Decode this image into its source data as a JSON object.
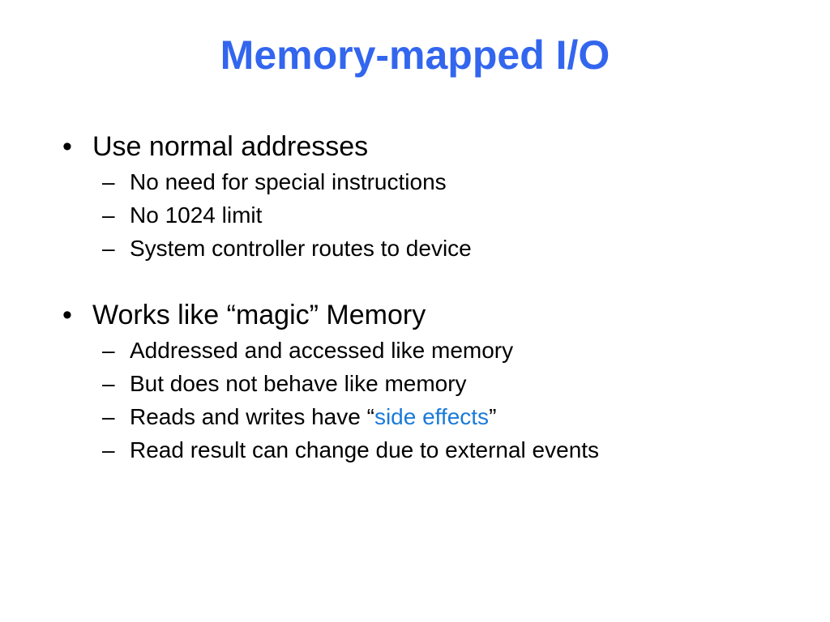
{
  "slide": {
    "title": "Memory-mapped I/O",
    "bullet_marker": "•",
    "sub_marker": "–",
    "bullets": [
      {
        "text": "Use normal addresses",
        "subs": [
          "No need for special instructions",
          "No 1024 limit",
          "System controller routes to device"
        ]
      },
      {
        "text": "Works like “magic” Memory",
        "subs": [
          "Addressed and accessed like memory",
          "But does not behave like memory"
        ],
        "side_effects_item": {
          "before": "Reads and writes have “",
          "highlight": "side effects",
          "after": "”"
        },
        "last_sub": "Read result can change due to external events"
      }
    ],
    "colors": {
      "title": "#3366ee",
      "highlight": "#1a7ad9",
      "text": "#000000",
      "background": "#ffffff"
    }
  }
}
